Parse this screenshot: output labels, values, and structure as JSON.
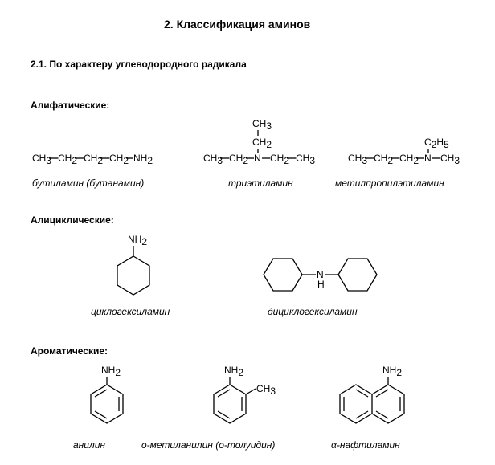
{
  "title": "2. Классификация аминов",
  "subtitle": "2.1. По характеру углеводородного радикала",
  "sections": {
    "aliphatic": "Алифатические:",
    "alicyclic": "Алициклические:",
    "aromatic": "Ароматические:"
  },
  "captions": {
    "butylamine": "бутиламин (бутанамин)",
    "triethylamine": "триэтиламин",
    "methylpropylethylamine": "метилпропилэтиламин",
    "cyclohexylamine": "циклогексиламин",
    "dicyclohexylamine": "дициклогексиламин",
    "aniline": "анилин",
    "o_toluidine": "о-метиланилин (о-толуидин)",
    "naphthylamine": "α-нафтиламин"
  },
  "atoms": {
    "ch3": "CH",
    "ch2": "CH",
    "nh": "NH",
    "n": "N",
    "h": "H",
    "c": "C",
    "c2h5_h": "H",
    "sub2": "2",
    "sub3": "3",
    "sub5": "5"
  }
}
